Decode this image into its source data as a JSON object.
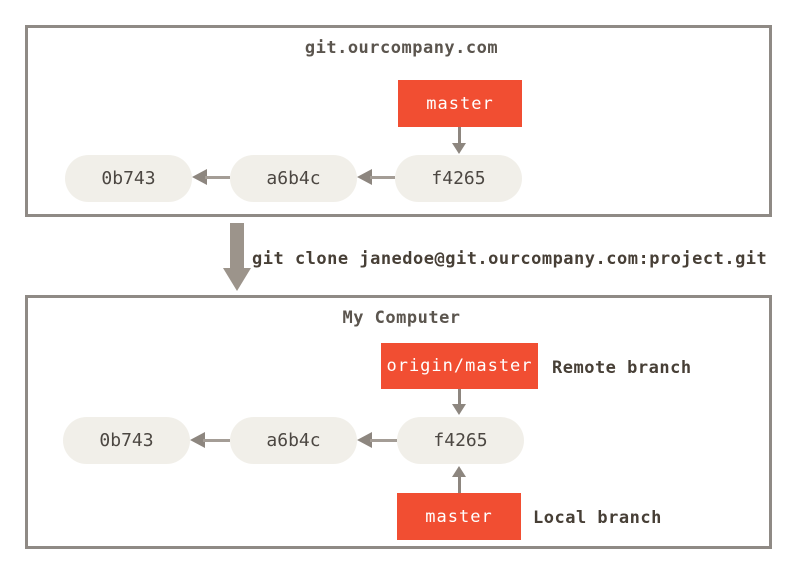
{
  "colors": {
    "accent_orange": "#f14e32",
    "node_fill": "#f1efe9",
    "frame_border": "#8f8a85",
    "arrow_line": "#a49d96",
    "arrow_head": "#8d867f",
    "big_arrow": "#9c948b",
    "title_text": "#5b554e",
    "node_text": "#4c4742",
    "command_text": "#473f36",
    "branch_text": "#ffffff"
  },
  "server": {
    "title": "git.ourcompany.com",
    "branch_label": "master",
    "commits": [
      "0b743",
      "a6b4c",
      "f4265"
    ]
  },
  "clone_command": "git clone janedoe@git.ourcompany.com:project.git",
  "local": {
    "title": "My Computer",
    "remote_branch_label": "origin/master",
    "remote_branch_annotation": "Remote branch",
    "commits": [
      "0b743",
      "a6b4c",
      "f4265"
    ],
    "local_branch_label": "master",
    "local_branch_annotation": "Local branch"
  }
}
